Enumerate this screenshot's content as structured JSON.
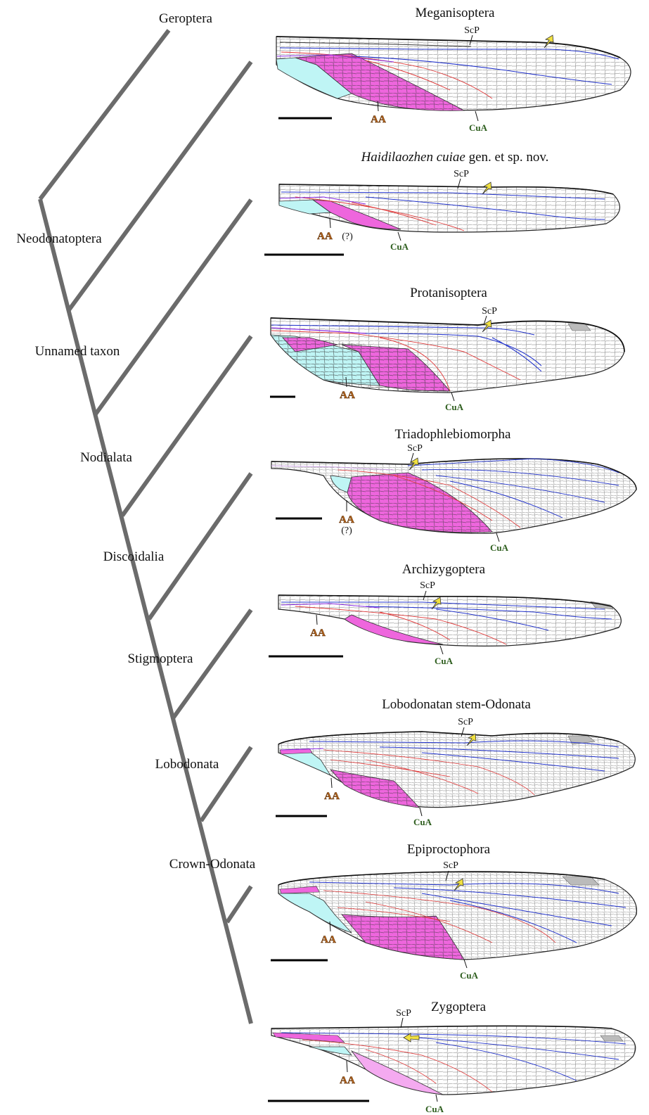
{
  "colors": {
    "branch": "#6b6b6b",
    "costa": "#111111",
    "radius_blue": "#2233cc",
    "media_red": "#e03a3a",
    "cubitus_purple": "#8a2be2",
    "anal_pink": "#ee66dd",
    "anal_cyan": "#bff5f5",
    "pterostigma": "#bbbbbb",
    "nodus_arrow": "#f0e040"
  },
  "tree": {
    "taxa": [
      {
        "id": "geroptera",
        "label": "Geroptera"
      },
      {
        "id": "neodonatoptera",
        "label": "Neodonatoptera"
      },
      {
        "id": "unnamed",
        "label": "Unnamed taxon"
      },
      {
        "id": "nodialata",
        "label": "Nodialata"
      },
      {
        "id": "discoidalia",
        "label": "Discoidalia"
      },
      {
        "id": "stigmoptera",
        "label": "Stigmoptera"
      },
      {
        "id": "lobodonata",
        "label": "Lobodonata"
      },
      {
        "id": "crown",
        "label": "Crown-Odonata"
      }
    ]
  },
  "labels": {
    "scp": "ScP",
    "aa": "AA",
    "cua": "CuA",
    "uncertain": "(?)"
  },
  "wings": [
    {
      "id": "meganisoptera",
      "title": "Meganisoptera"
    },
    {
      "id": "haidilaozhen",
      "title_italic": "Haidilaozhen cuiae",
      "title_rest": " gen. et sp. nov."
    },
    {
      "id": "protanisoptera",
      "title": "Protanisoptera"
    },
    {
      "id": "triadophlebiomorpha",
      "title": "Triadophlebiomorpha"
    },
    {
      "id": "archizygoptera",
      "title": "Archizygoptera"
    },
    {
      "id": "lobodonatan",
      "title": "Lobodonatan stem-Odonata"
    },
    {
      "id": "epiproctophora",
      "title": "Epiproctophora"
    },
    {
      "id": "zygoptera",
      "title": "Zygoptera"
    }
  ]
}
